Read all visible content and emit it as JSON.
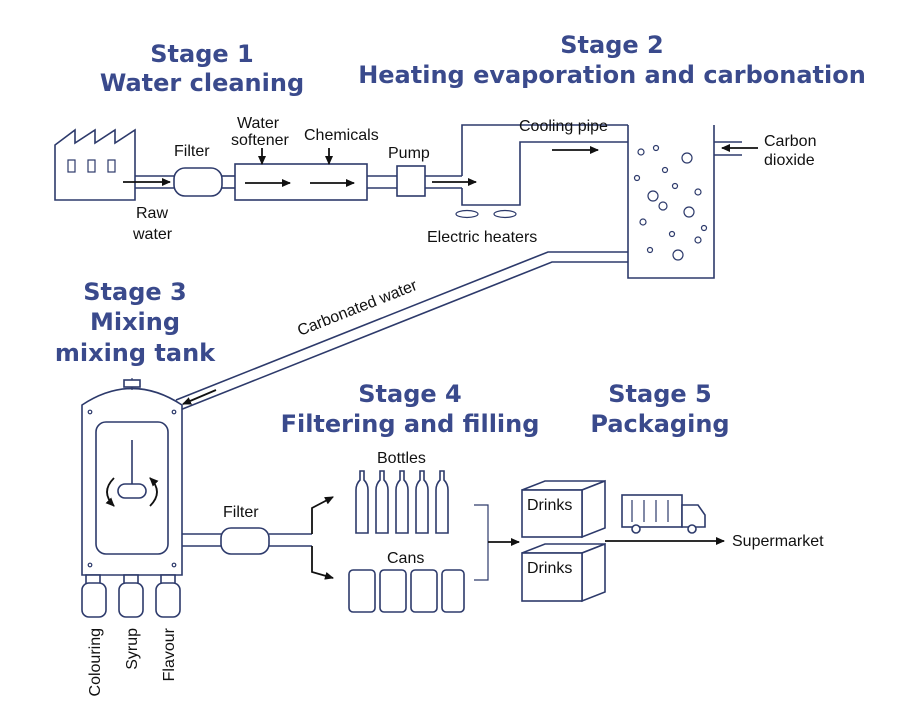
{
  "stages": [
    {
      "title": "Stage 1",
      "subtitle": "Water cleaning"
    },
    {
      "title": "Stage 2",
      "subtitle": "Heating evaporation and carbonation"
    },
    {
      "title": "Stage 3",
      "subtitle": "Mixing",
      "subtitle2": "mixing tank"
    },
    {
      "title": "Stage 4",
      "subtitle": "Filtering and filling"
    },
    {
      "title": "Stage 5",
      "subtitle": "Packaging"
    }
  ],
  "labels": {
    "raw_water_1": "Raw",
    "raw_water_2": "water",
    "filter_1": "Filter",
    "softener_1": "Water",
    "softener_2": "softener",
    "chemicals": "Chemicals",
    "pump": "Pump",
    "cooling_pipe": "Cooling pipe",
    "carbon_1": "Carbon",
    "carbon_2": "dioxide",
    "electric_heaters": "Electric heaters",
    "carbonated_water": "Carbonated water",
    "filter_2": "Filter",
    "bottles": "Bottles",
    "cans": "Cans",
    "drinks_1": "Drinks",
    "drinks_2": "Drinks",
    "supermarket": "Supermarket",
    "colouring": "Colouring",
    "syrup": "Syrup",
    "flavour": "Flavour"
  }
}
